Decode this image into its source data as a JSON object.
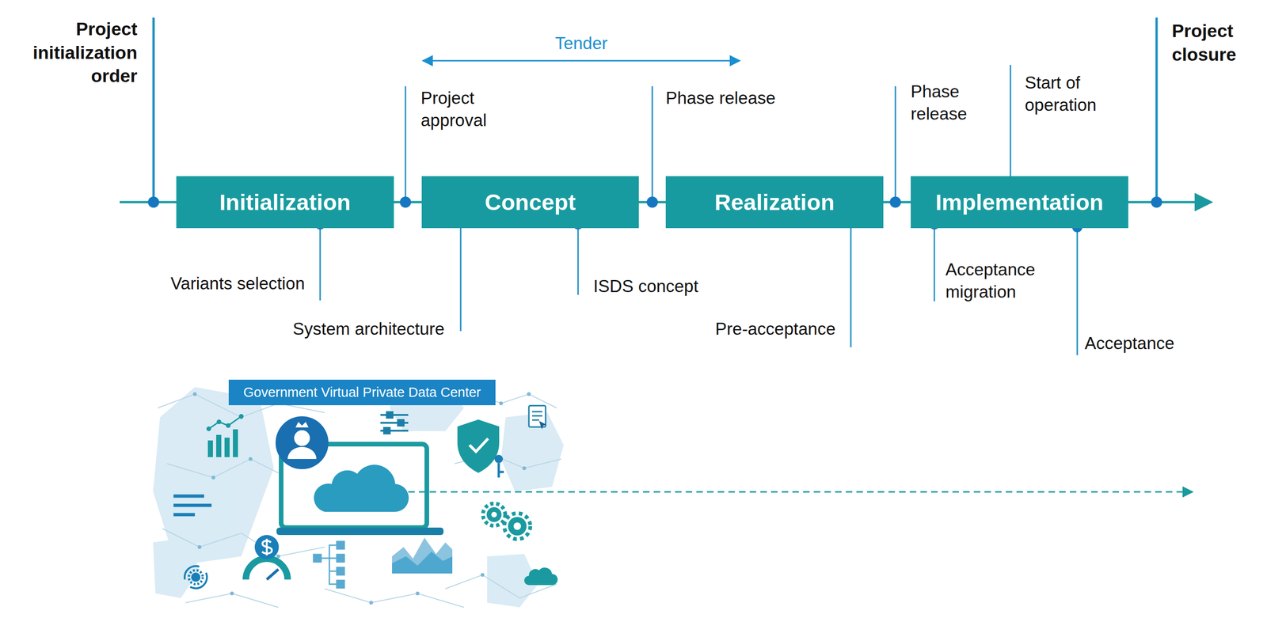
{
  "diagram": {
    "nodes": [
      {
        "text": [
          "Initialization"
        ]
      },
      {
        "text": [
          "Concept"
        ]
      },
      {
        "text": [
          "Realization"
        ]
      },
      {
        "text": [
          "Implementation"
        ]
      },
      {
        "text": [
          "Government Virtual Private Data Center"
        ]
      }
    ],
    "edges": [
      {
        "from": 0,
        "to": 1,
        "arrow": "none"
      },
      {
        "from": 1,
        "to": 2,
        "arrow": "none"
      },
      {
        "from": 2,
        "to": 3,
        "arrow": "none"
      }
    ],
    "labels": [
      "Project initialization order",
      "Tender",
      "Project approval",
      "Phase release",
      "Phase release",
      "Start of operation",
      "Project closure",
      "Variants selection",
      "System architecture",
      "ISDS concept",
      "Pre-acceptance",
      "Acceptance migration",
      "Acceptance"
    ]
  }
}
